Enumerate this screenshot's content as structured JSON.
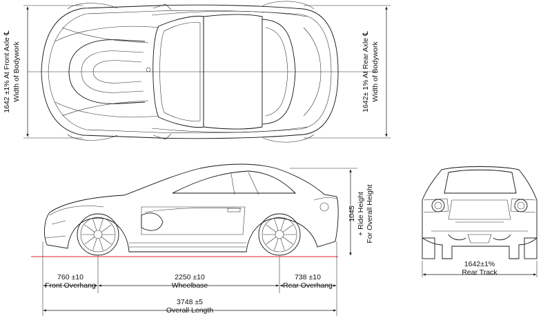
{
  "top_view": {
    "front_width_label_line1": "1642 ±1% At Front Axle ℄",
    "front_width_label_line2": "Width of Bodywork",
    "rear_width_label_line1": "1642± 1% At Rear Axle ℄",
    "rear_width_label_line2": "Width of Bodywork"
  },
  "side_view": {
    "height_value": "1045",
    "height_label_line1": "+ Ride Height",
    "height_label_line2": "For Overall Height",
    "front_overhang_value": "760 ±10",
    "front_overhang_label": "Front Overhang",
    "wheelbase_value": "2250 ±10",
    "wheelbase_label": "Wheelbase",
    "rear_overhang_value": "738 ±10",
    "rear_overhang_label": "Rear Overhang",
    "overall_length_value": "3748 ±5",
    "overall_length_label": "Overall Length"
  },
  "rear_view": {
    "rear_track_value": "1642±1%",
    "rear_track_label": "Rear Track"
  },
  "colors": {
    "line": "#111111",
    "ground_line": "#e0202a",
    "background": "#ffffff"
  }
}
